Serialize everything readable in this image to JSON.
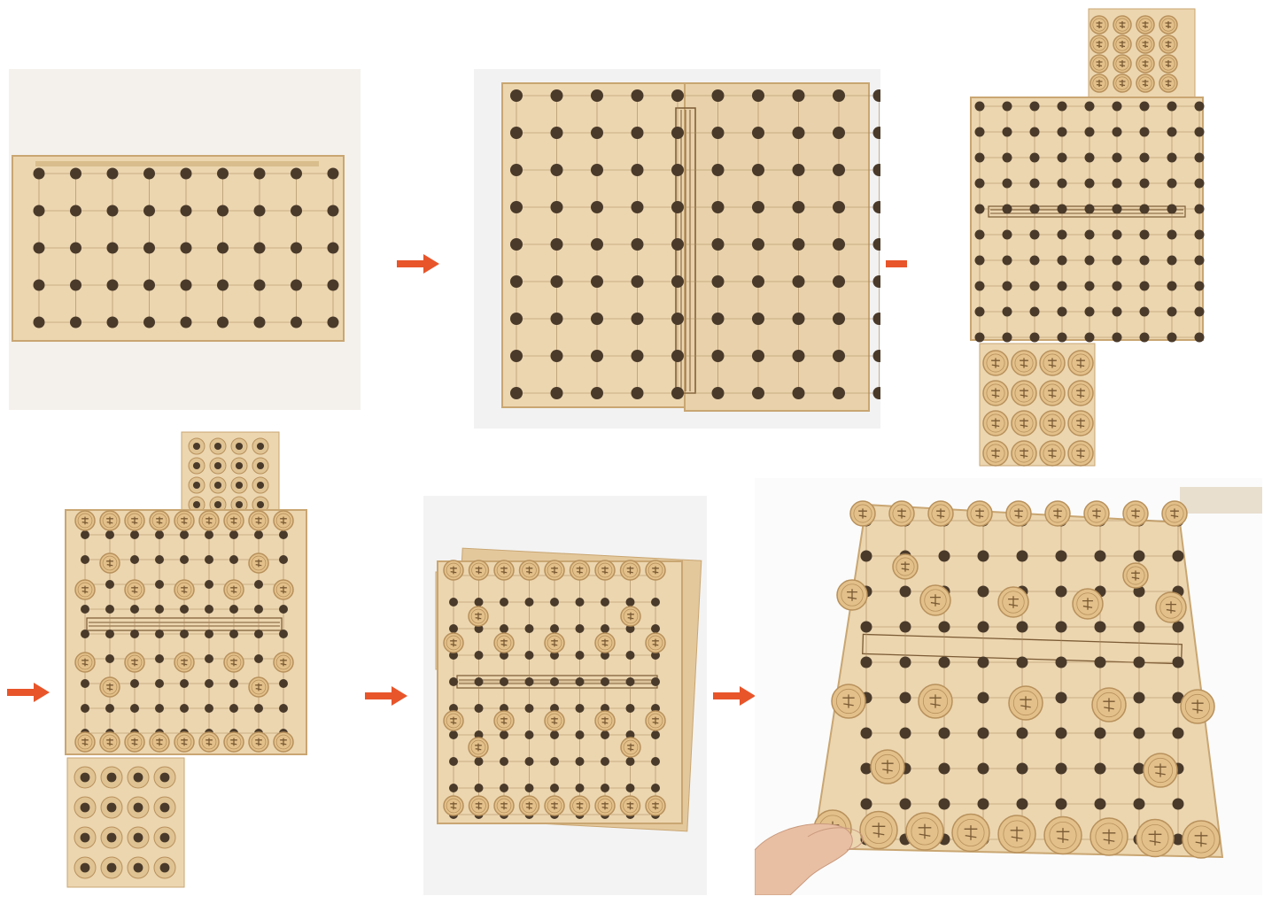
{
  "figure": {
    "description_steps": 6,
    "colors": {
      "wood_light": "#ecd6b0",
      "wood_mid": "#e0c393",
      "wood_edge": "#c9a672",
      "hole": "#4a3a2a",
      "engrave": "#a8865a",
      "piece_face": "#e3c08a",
      "piece_ring": "#b8915c",
      "piece_text": "#7a5a34",
      "arrow": "#e8552a",
      "photo_bg_1": "#f4f1ec",
      "photo_bg_2": "#ececec"
    },
    "panels": [
      {
        "id": "step-1-folded-board",
        "board": "folded"
      },
      {
        "id": "step-2-open-board",
        "board": "open"
      },
      {
        "id": "step-3-board-with-trays",
        "board": "with-trays"
      },
      {
        "id": "step-4-pieces-placed",
        "board": "pieces-with-empty-trays"
      },
      {
        "id": "step-5-trays-folded",
        "board": "stacked"
      },
      {
        "id": "step-6-ready-to-play",
        "board": "final-held"
      }
    ],
    "arrows": [
      "arrow-1",
      "arrow-2",
      "arrow-3",
      "arrow-4",
      "arrow-5"
    ]
  }
}
